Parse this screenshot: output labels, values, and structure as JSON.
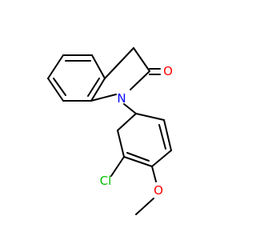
{
  "structure": {
    "atoms": {
      "oxygen_carbonyl": {
        "label": "O",
        "color": "#ff0000"
      },
      "nitrogen": {
        "label": "N",
        "color": "#0000ff"
      },
      "chlorine": {
        "label": "Cl",
        "color": "#00c000"
      },
      "oxygen_methoxy": {
        "label": "O",
        "color": "#ff0000"
      }
    }
  }
}
